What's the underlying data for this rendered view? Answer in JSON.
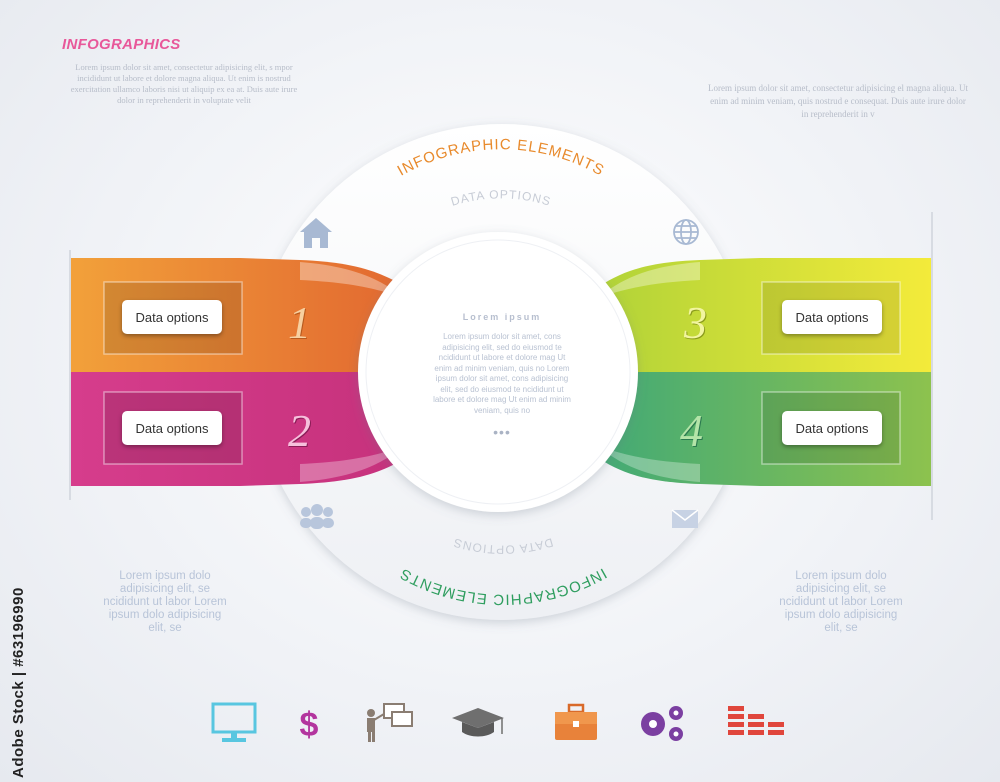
{
  "header": {
    "title": "INFOGRAPHICS",
    "lorem_top_left": "Lorem ipsum dolor sit amet, consectetur adipisicing elit, s mpor incididunt ut labore et dolore magna aliqua. Ut enim is nostrud exercitation ullamco laboris nisi ut aliquip ex ea at. Duis aute irure dolor in reprehenderit in voluptate velit",
    "lorem_top_right": "Lorem ipsum dolor sit amet, consectetur adipisicing el magna aliqua. Ut enim ad minim veniam, quis nostrud e consequat. Duis aute irure dolor in reprehenderit in v"
  },
  "ring": {
    "outer_top_label": "INFOGRAPHIC ELEMENTS",
    "inner_top_label": "DATA OPTIONS",
    "outer_bottom_label": "INFOGRAPHIC ELEMENTS",
    "inner_bottom_label": "DATA OPTIONS"
  },
  "center": {
    "title": "Lorem ipsum",
    "body": "Lorem ipsum dolor sit amet, cons adipisicing elit, sed do eiusmod te ncididunt ut labore et dolore mag Ut enim ad minim veniam, quis no Lorem ipsum dolor sit amet, cons adipisicing elit, sed do eiusmod te ncididunt ut labore et dolore mag Ut enim ad minim veniam, quis no",
    "dots": "•••"
  },
  "options": [
    {
      "number": "1",
      "label": "Data options",
      "color": "#e8883a"
    },
    {
      "number": "2",
      "label": "Data options",
      "color": "#c8337e"
    },
    {
      "number": "3",
      "label": "Data options",
      "color": "#c9d832"
    },
    {
      "number": "4",
      "label": "Data options",
      "color": "#3fae7a"
    }
  ],
  "footer": {
    "lorem_left": "Lorem ipsum dolo adipisicing elit, se ncididunt ut labor Lorem ipsum dolo adipisicing elit, se",
    "lorem_right": "Lorem ipsum dolo adipisicing elit, se ncididunt ut labor Lorem ipsum dolo adipisicing elit, se"
  },
  "ring_icons": [
    "home-icon",
    "globe-icon",
    "people-icon",
    "mail-icon"
  ],
  "bottom_icons": [
    "monitor-icon",
    "dollar-icon",
    "presentation-icon",
    "graduation-cap-icon",
    "briefcase-icon",
    "gears-icon",
    "bar-chart-icon"
  ],
  "watermark": "Adobe Stock | #63196990"
}
